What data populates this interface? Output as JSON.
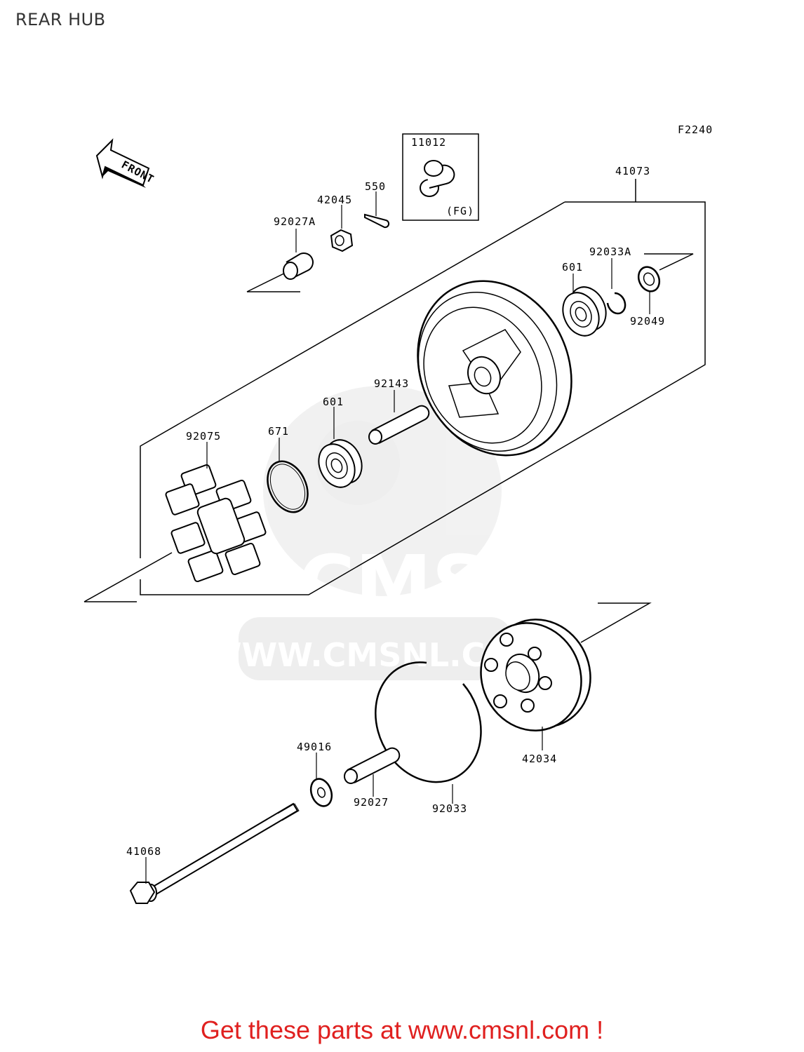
{
  "page": {
    "title": "REAR HUB",
    "figure_code": "F2240",
    "direction_label": "FRONT"
  },
  "watermark": {
    "logo_text": "CMS",
    "url_text": "WWW.CMSNL.COM"
  },
  "parts": [
    {
      "number": "11012",
      "note": "(FG)"
    },
    {
      "number": "42045"
    },
    {
      "number": "550"
    },
    {
      "number": "92027A"
    },
    {
      "number": "41073"
    },
    {
      "number": "92033A"
    },
    {
      "number": "601"
    },
    {
      "number": "92049"
    },
    {
      "number": "92143"
    },
    {
      "number": "601"
    },
    {
      "number": "671"
    },
    {
      "number": "92075"
    },
    {
      "number": "49016"
    },
    {
      "number": "92027"
    },
    {
      "number": "92033"
    },
    {
      "number": "42034"
    },
    {
      "number": "41068"
    }
  ],
  "footer": {
    "text": "Get these parts at www.cmsnl.com !",
    "color": "#e0201f"
  }
}
